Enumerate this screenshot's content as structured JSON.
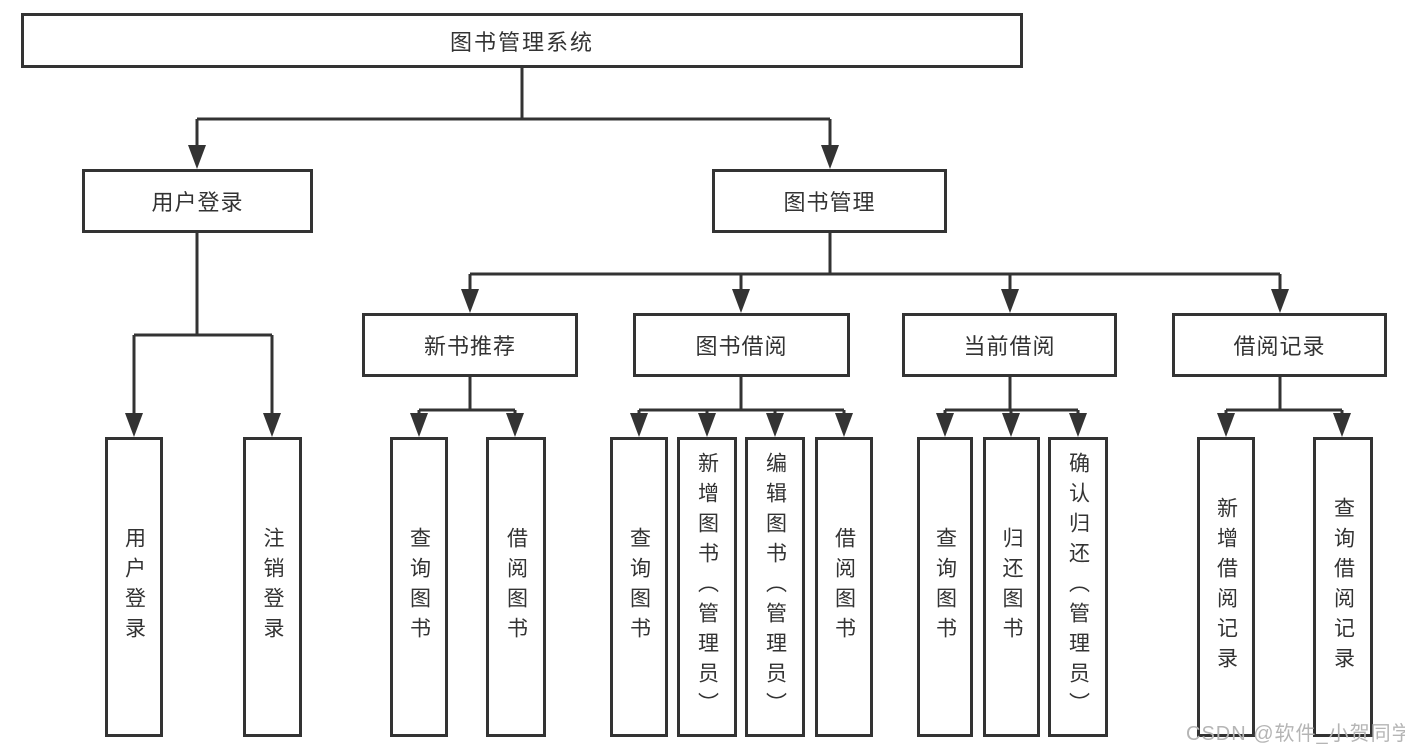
{
  "diagram": {
    "title": "图书管理系统",
    "level2": {
      "user_login": "用户登录",
      "book_management": "图书管理"
    },
    "level3": {
      "new_book_recommend": "新书推荐",
      "book_borrow": "图书借阅",
      "current_borrow": "当前借阅",
      "borrow_record": "借阅记录"
    },
    "leaves": {
      "user_login": [
        "用户登录",
        "注销登录"
      ],
      "new_book_recommend": [
        "查询图书",
        "借阅图书"
      ],
      "book_borrow": [
        "查询图书",
        "新增图书（管理员）",
        "编辑图书（管理员）",
        "借阅图书"
      ],
      "current_borrow": [
        "查询图书",
        "归还图书",
        "确认归还（管理员）"
      ],
      "borrow_record": [
        "新增借阅记录",
        "查询借阅记录"
      ]
    },
    "colors": {
      "line": "#333333",
      "text": "#333333",
      "background": "#ffffff",
      "watermark": "#b5b5b5"
    }
  },
  "watermark": "CSDN @软件_小贺同学"
}
